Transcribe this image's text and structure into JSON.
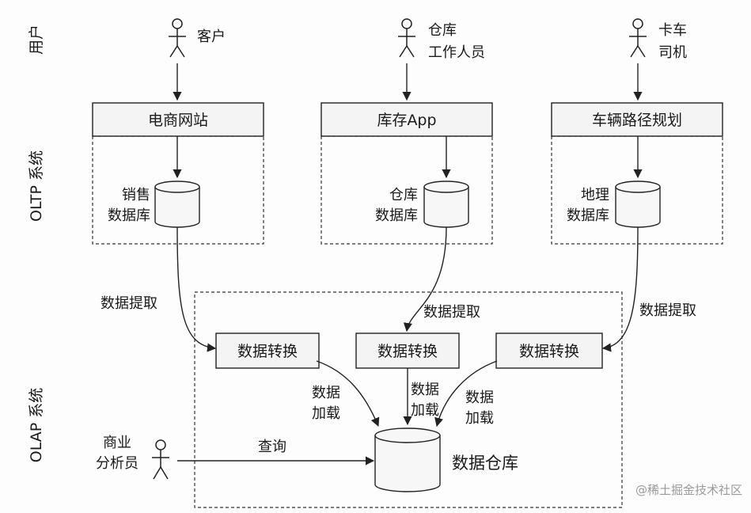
{
  "side_labels": {
    "users": "用户",
    "oltp": "OLTP 系统",
    "olap": "OLAP 系统"
  },
  "users": {
    "customer": "客户",
    "warehouse_line1": "仓库",
    "warehouse_line2": "工作人员",
    "driver_line1": "卡车",
    "driver_line2": "司机",
    "analyst_line1": "商业",
    "analyst_line2": "分析员"
  },
  "apps": {
    "ecommerce": "电商网站",
    "inventory": "库存App",
    "routing": "车辆路径规划"
  },
  "databases": {
    "sales_line1": "销售",
    "sales_line2": "数据库",
    "warehouse_line1": "仓库",
    "warehouse_line2": "数据库",
    "geo_line1": "地理",
    "geo_line2": "数据库"
  },
  "etl": {
    "extract": "数据提取",
    "transform": "数据转换",
    "load_line1": "数据",
    "load_line2": "加载"
  },
  "query": "查询",
  "data_warehouse": "数据仓库",
  "watermark": "@稀土掘金技术社区"
}
